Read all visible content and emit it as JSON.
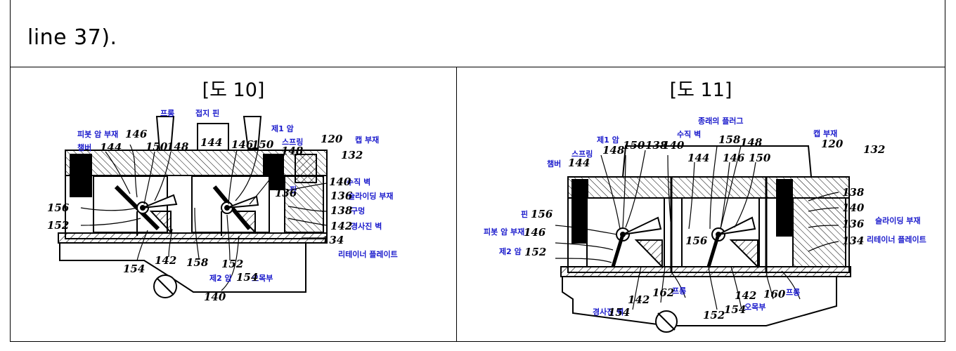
{
  "header_text": "line 37).",
  "fig10": {
    "title": "[도 10]",
    "labels": {
      "prong": "프롱",
      "ground_pin": "접지 핀",
      "pivot_arm": "피봇 암 부재",
      "chamber": "챔버",
      "first_arm": "제1 암",
      "spring": "스프링",
      "cap": "캡 부재",
      "vertical_wall": "수직 벽",
      "pin": "핀",
      "sliding": "슬라이딩 부재",
      "hole": "구멍",
      "slanted_wall": "경사진 벽",
      "retainer": "리테이너 플레이트",
      "second_arm": "제2 암",
      "recess": "오목부"
    },
    "numbers": {
      "n146": "146",
      "n144": "144",
      "n150": "150",
      "n148": "148",
      "n144b": "144",
      "n146b": "146",
      "n150b": "150",
      "n148b": "148",
      "n120": "120",
      "n132": "132",
      "n140": "140",
      "n136": "136",
      "n136b": "136",
      "n138": "138",
      "n142": "142",
      "n134": "134",
      "n156": "156",
      "n152": "152",
      "n154": "154",
      "n142b": "142",
      "n158": "158",
      "n152b": "152",
      "n154b": "154",
      "n140b": "140"
    }
  },
  "fig11": {
    "title": "[도 11]",
    "labels": {
      "conventional_plug": "종래의 플러그",
      "vertical_wall": "수직 벽",
      "first_arm": "제1 암",
      "spring": "스프링",
      "chamber": "챔버",
      "cap": "캡 부재",
      "pin": "핀",
      "pivot_arm": "피봇 암 부재",
      "second_arm": "제2 암",
      "sliding": "슬라이딩 부재",
      "retainer": "리테이너 플레이트",
      "slanted_wall": "경사진 벽",
      "prong1": "프롱",
      "recess": "오목부",
      "prong2": "프롱"
    },
    "numbers": {
      "n158": "158",
      "n150": "150",
      "n138": "138",
      "n140": "140",
      "n144": "144",
      "n146": "146",
      "n148": "148",
      "n150b": "150",
      "n148s": "148",
      "n144c": "144",
      "n120": "120",
      "n132": "132",
      "n138b": "138",
      "n140b": "140",
      "n136": "136",
      "n134": "134",
      "n156": "156",
      "n146b": "146",
      "n152": "152",
      "n156b": "156",
      "n154": "154",
      "n142": "142",
      "n162": "162",
      "n152b": "152",
      "n154b": "154",
      "n142b": "142",
      "n160": "160"
    }
  }
}
